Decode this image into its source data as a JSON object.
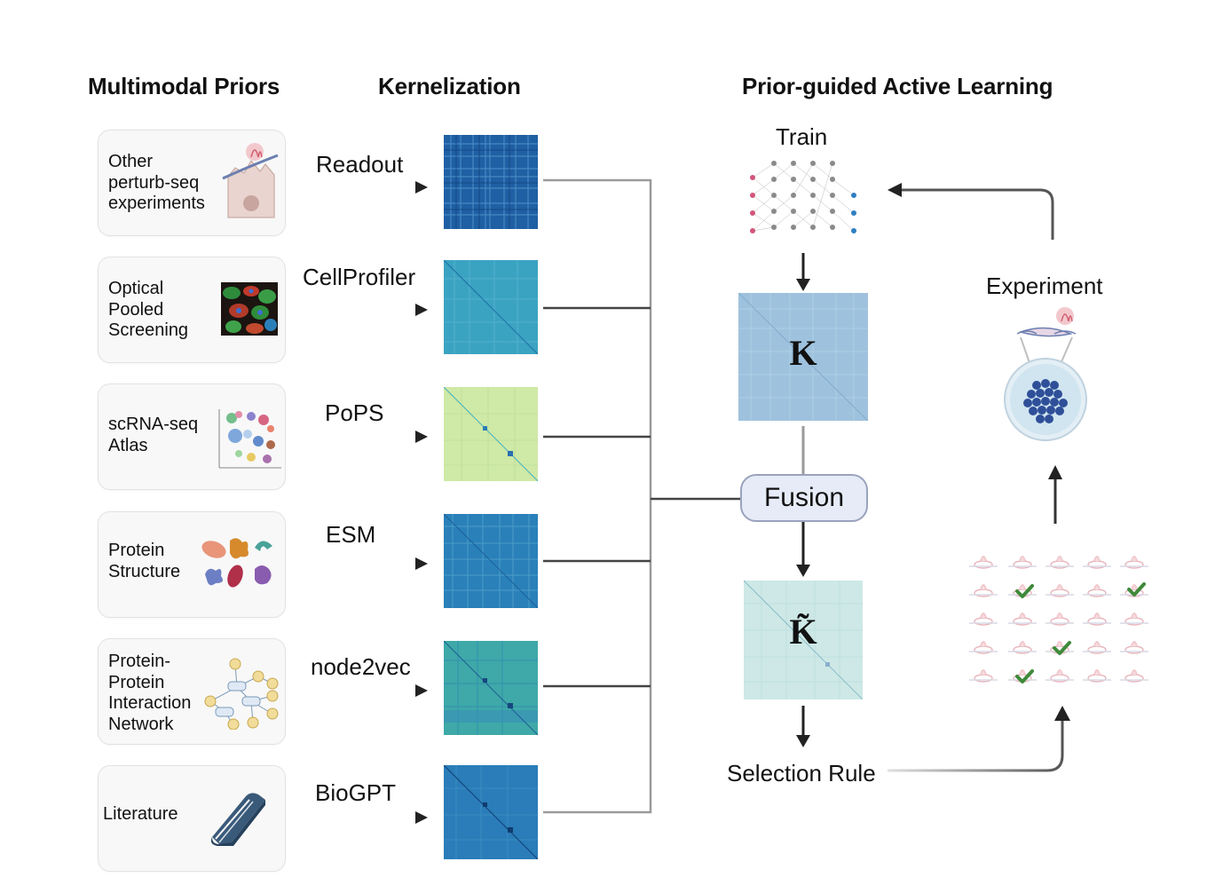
{
  "headings": {
    "priors": "Multimodal Priors",
    "kernelization": "Kernelization",
    "active_learning": "Prior-guided Active Learning"
  },
  "priors": [
    {
      "label": "Other\nperturb-seq\nexperiments",
      "icon": "cell-icon",
      "method": "Readout",
      "matrix_color": "#1f5fa3"
    },
    {
      "label": "Optical\nPooled\nScreening",
      "icon": "microscopy-image",
      "method": "CellProfiler",
      "matrix_color": "#3ba3c2"
    },
    {
      "label": "scRNA-seq\nAtlas",
      "icon": "umap-scatter-icon",
      "method": "PoPS",
      "matrix_color": "#cfe9a6"
    },
    {
      "label": "Protein\nStructure",
      "icon": "protein-shapes-icon",
      "method": "ESM",
      "matrix_color": "#2a80b9"
    },
    {
      "label": "Protein-\nProtein\nInteraction\nNetwork",
      "icon": "network-graph-icon",
      "method": "node2vec",
      "matrix_color": "#3ea9a8"
    },
    {
      "label": "Literature",
      "icon": "book-icon",
      "method": "BioGPT",
      "matrix_color": "#2a7db8"
    }
  ],
  "active_learning": {
    "train_label": "Train",
    "kernel_label": "K",
    "fused_kernel_label": "K̃",
    "fusion_label": "Fusion",
    "selection_label": "Selection Rule",
    "experiment_label": "Experiment"
  },
  "colors": {
    "arrow": "#222222",
    "connector_gray": "#9a9a9a",
    "kernel_matrix": "#9ec2de",
    "fused_matrix": "#cde8e6",
    "fusion_fill": "#e6ebf7",
    "check_green": "#3f8a3a"
  }
}
